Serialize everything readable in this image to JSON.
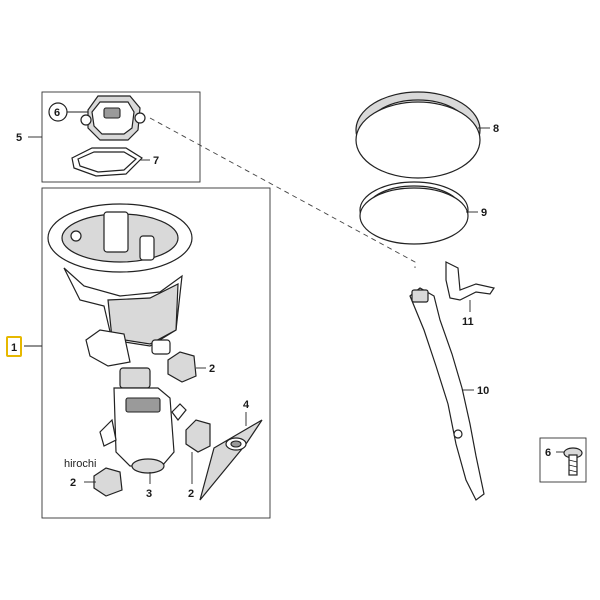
{
  "callouts": {
    "c1": "1",
    "c2a": "2",
    "c2b": "2",
    "c2c": "2",
    "c3": "3",
    "c4": "4",
    "c5": "5",
    "c6a": "6",
    "c6b": "6",
    "c7": "7",
    "c8": "8",
    "c9": "9",
    "c10": "10",
    "c11": "11"
  },
  "watermark": "hirochi",
  "colors": {
    "highlight": "#e6b800",
    "line": "#222222"
  }
}
